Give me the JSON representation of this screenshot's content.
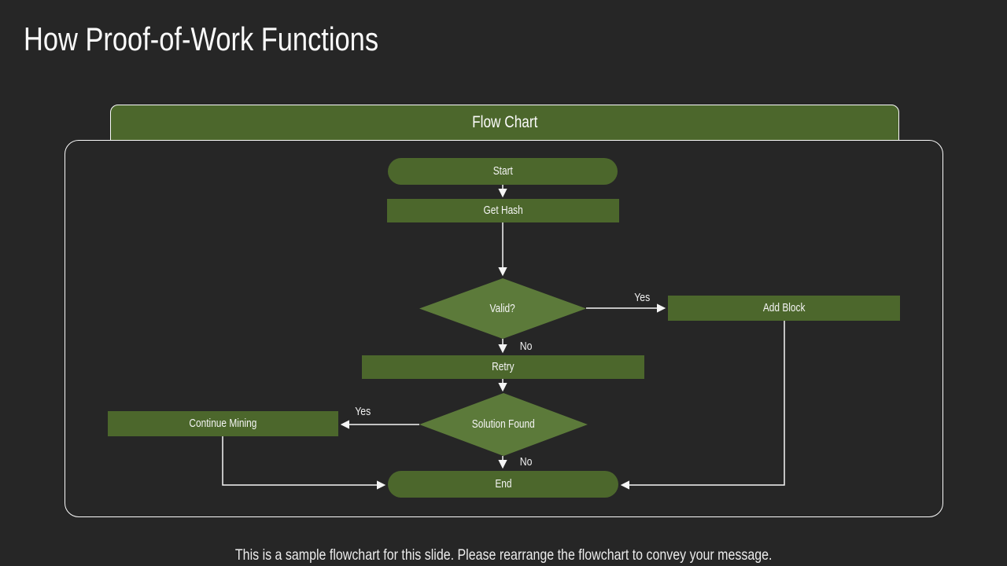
{
  "slide": {
    "title": "How Proof-of-Work Functions",
    "caption": "This is a sample flowchart for this slide. Please rearrange the flowchart to convey your message."
  },
  "flowchart": {
    "header": "Flow Chart",
    "nodes": {
      "start": "Start",
      "get_hash": "Get Hash",
      "valid": "Valid?",
      "add_block": "Add Block",
      "retry": "Retry",
      "solution_found": "Solution Found",
      "continue_mining": "Continue Mining",
      "end": "End"
    },
    "edge_labels": {
      "valid_yes": "Yes",
      "valid_no": "No",
      "solution_yes": "Yes",
      "solution_no": "No"
    },
    "colors": {
      "background": "#262626",
      "node_green": "#4c672c",
      "diamond_green": "#5c7a3a",
      "line_white": "#f5f5f5",
      "border_white": "#fbfbfb"
    }
  }
}
